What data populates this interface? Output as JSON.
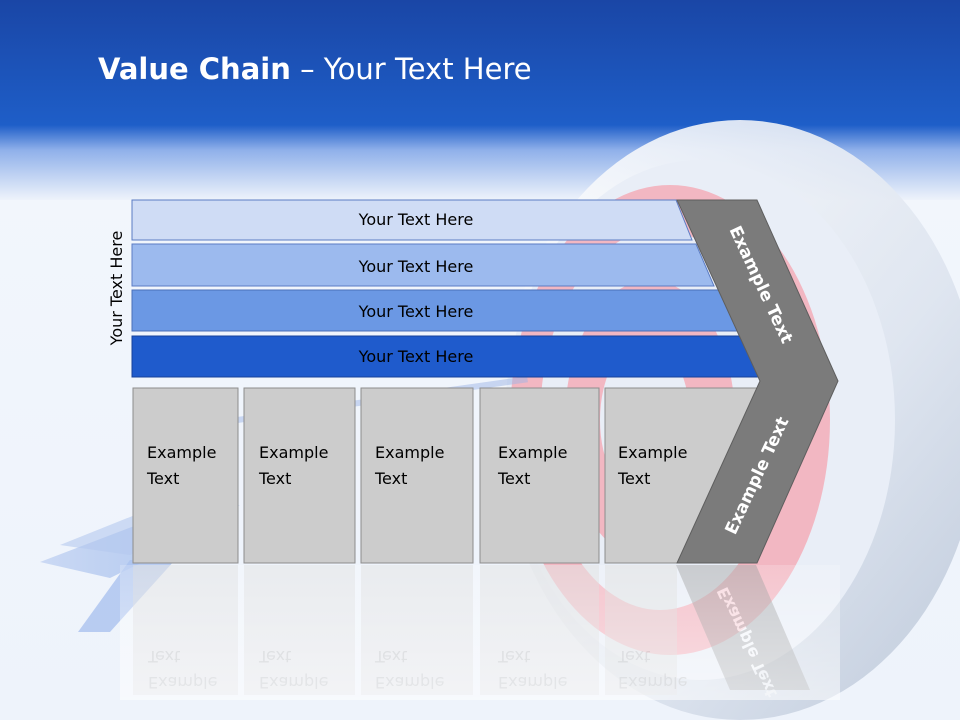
{
  "title": {
    "bold": "Value Chain",
    "rest": " – Your Text Here"
  },
  "side_label": "Your Text Here",
  "bars": [
    {
      "label": "Your Text Here",
      "color": "#cfdcf5"
    },
    {
      "label": "Your Text Here",
      "color": "#9cbaee"
    },
    {
      "label": "Your Text Here",
      "color": "#6b98e4"
    },
    {
      "label": "Your Text Here",
      "color": "#1f5bcc"
    }
  ],
  "boxes": [
    {
      "line1": "Example",
      "line2": "Text"
    },
    {
      "line1": "Example",
      "line2": "Text"
    },
    {
      "line1": "Example",
      "line2": "Text"
    },
    {
      "line1": "Example",
      "line2": "Text"
    },
    {
      "line1": "Example",
      "line2": "Text"
    }
  ],
  "chevron": {
    "upper_label": "Example Text",
    "lower_label": "Example Text",
    "color": "#7b7b7b"
  },
  "colors": {
    "header": "#1e5ec8",
    "box_fill": "#cccccc",
    "target_ring": "#e88a9a"
  }
}
